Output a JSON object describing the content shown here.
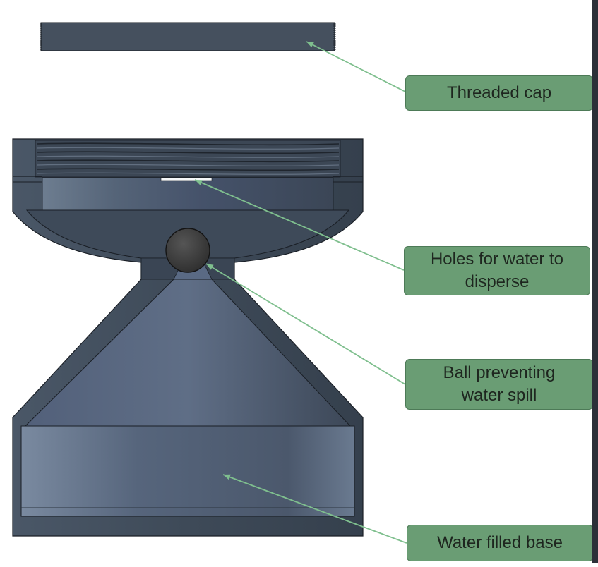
{
  "callouts": [
    {
      "id": "threaded-cap",
      "lines": [
        "Threaded cap"
      ]
    },
    {
      "id": "holes",
      "lines": [
        "Holes for water to",
        "disperse"
      ]
    },
    {
      "id": "ball",
      "lines": [
        "Ball preventing",
        "water spill"
      ]
    },
    {
      "id": "base",
      "lines": [
        "Water filled base"
      ]
    }
  ],
  "colors": {
    "body": "#3f4b59",
    "body_light": "#556374",
    "body_dark": "#2d3641",
    "outline": "#1a1f26",
    "callout_fill": "#6a9d74",
    "callout_border": "#4d7a57",
    "leader_line": "#7fbf8e",
    "ball": "#3a3a3a"
  }
}
